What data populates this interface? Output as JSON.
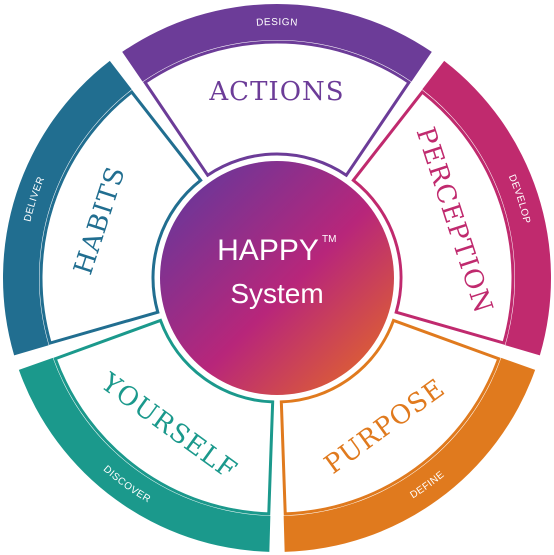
{
  "segments": [
    {
      "id": "actions",
      "outer": "DESIGN",
      "inner": "ACTIONS",
      "color": "#6c3c98"
    },
    {
      "id": "perception",
      "outer": "DEVELOP",
      "inner": "PERCEPTION",
      "color": "#c02a6e"
    },
    {
      "id": "purpose",
      "outer": "DEFINE",
      "inner": "PURPOSE",
      "color": "#e07a1e"
    },
    {
      "id": "yourself",
      "outer": "DISCOVER",
      "inner": "YOURSELF",
      "color": "#1b998c"
    },
    {
      "id": "habits",
      "outer": "DELIVER",
      "inner": "HABITS",
      "color": "#216e90"
    }
  ],
  "center": {
    "title": "HAPPY",
    "tm": "TM",
    "subtitle": "System"
  }
}
